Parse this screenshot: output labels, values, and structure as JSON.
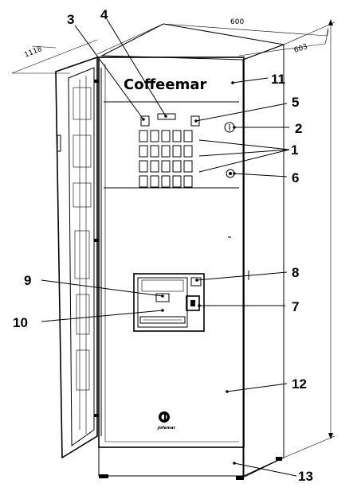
{
  "dimensions": {
    "width": "600",
    "depth": "603",
    "door_open": "1118"
  },
  "brand": "Coffeemar",
  "manufacturer_logo_text": "Jofemar",
  "callouts": [
    {
      "id": "1",
      "label": "1"
    },
    {
      "id": "2",
      "label": "2"
    },
    {
      "id": "3",
      "label": "3"
    },
    {
      "id": "4",
      "label": "4"
    },
    {
      "id": "5",
      "label": "5"
    },
    {
      "id": "6",
      "label": "6"
    },
    {
      "id": "7",
      "label": "7"
    },
    {
      "id": "8",
      "label": "8"
    },
    {
      "id": "9",
      "label": "9"
    },
    {
      "id": "10",
      "label": "10"
    },
    {
      "id": "11",
      "label": "11"
    },
    {
      "id": "12",
      "label": "12"
    },
    {
      "id": "13",
      "label": "13"
    }
  ]
}
